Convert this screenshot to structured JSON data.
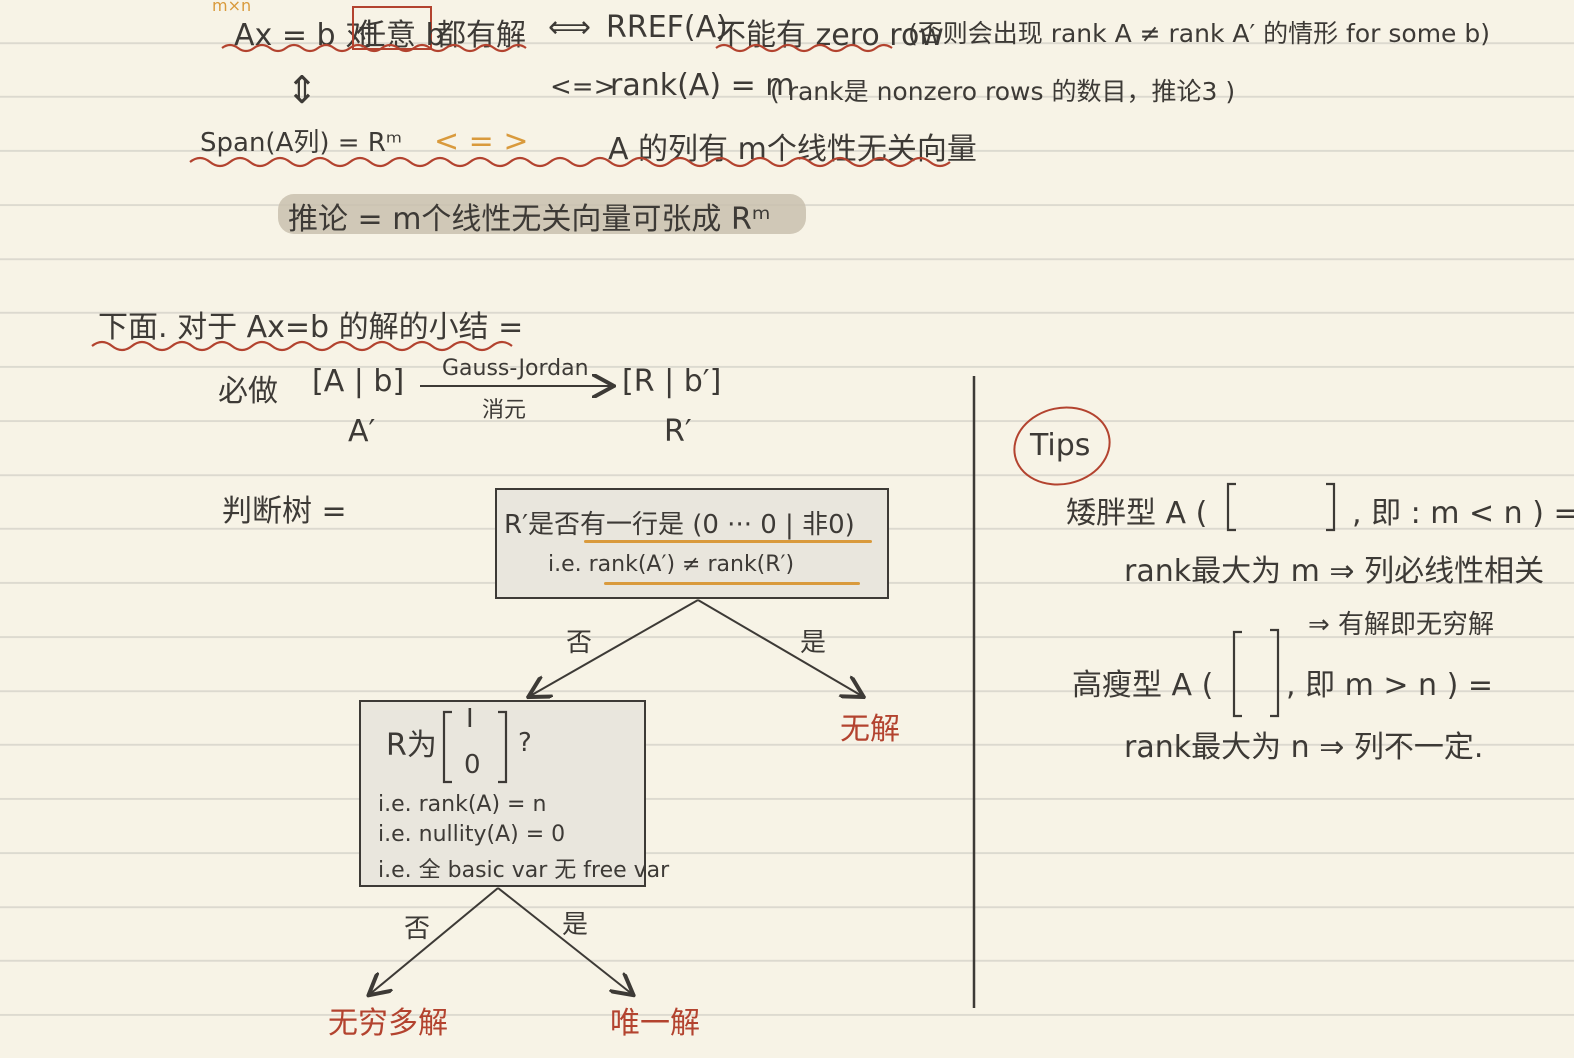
{
  "top": {
    "dims": "m×n",
    "eq": "Ax = b 对",
    "boxed": "任意 b",
    "eq_suffix": "都有解",
    "iff1": "⟺",
    "rref": "RREF(A)",
    "rref_cond": "不能有 zero row",
    "rref_note": "(否则会出现 rank A ≠ rank A′ 的情形 for some b)",
    "iff2": "<=>",
    "rank_eq": "rank(A) = m",
    "rank_note": "( rank是 nonzero rows 的数目，推论3 )",
    "updown": "⇕",
    "span": "Span(A列) = Rᵐ",
    "iff3": "< = >",
    "indep": "A 的列有 m个线性无关向量",
    "corollary": "推论 =  m个线性无关向量可张成 Rᵐ"
  },
  "summary": {
    "title": "下面. 对于 Ax=b 的解的小结 =",
    "must": "必做",
    "aug": "[A | b]",
    "arrow_top": "Gauss-Jordan",
    "arrow_bottom": "消元",
    "result": "[R | b′]",
    "aug_label": "A′",
    "result_label": "R′"
  },
  "tree": {
    "label": "判断树 =",
    "q1_line1": "R′是否有一行是 (0 ··· 0 | 非0)",
    "q1_line2": "i.e.  rank(A′) ≠ rank(R′)",
    "no1": "否",
    "yes1": "是",
    "no_solution": "无解",
    "q2_prefix": "R为",
    "q2_I": "I",
    "q2_0": "0",
    "q2_suffix": "?",
    "q2_l1": "i.e.  rank(A) = n",
    "q2_l2": "i.e.  nullity(A) = 0",
    "q2_l3": "i.e.  全 basic var 无 free var",
    "no2": "否",
    "yes2": "是",
    "infinite": "无穷多解",
    "unique": "唯一解"
  },
  "tips": {
    "title": "Tips",
    "fat_prefix": "矮胖型 A (",
    "fat_suffix": ", 即 : m < n ) =",
    "fat_rank": "rank最大为 m  ⇒  列必线性相关",
    "fat_result": "⇒ 有解即无穷解",
    "tall_prefix": "高瘦型 A (",
    "tall_suffix": ", 即  m > n ) =",
    "tall_rank": "rank最大为 n  ⇒  列不一定."
  },
  "colors": {
    "ink": "#3d3a36",
    "red": "#b3432f",
    "orange": "#d99a3c",
    "paper": "#f7f3e6",
    "box_fill": "#e9e6dd",
    "highlight": "#c9bfae"
  }
}
